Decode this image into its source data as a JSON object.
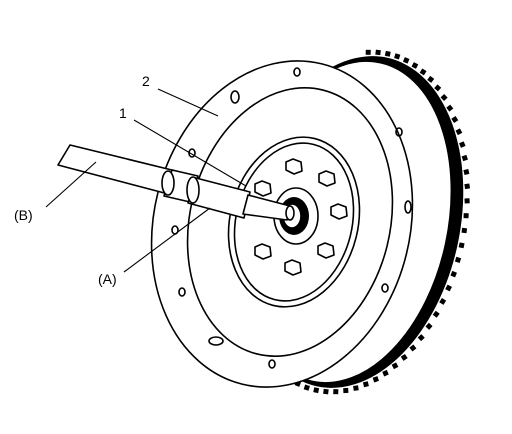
{
  "diagram": {
    "callouts": {
      "label_1": "1",
      "label_2": "2",
      "label_a": "(A)",
      "label_b": "(B)"
    },
    "colors": {
      "ink": "#000000",
      "paper": "#ffffff"
    },
    "counts": {
      "ring_gear_teeth": 72,
      "bolt_holes": 8
    }
  }
}
